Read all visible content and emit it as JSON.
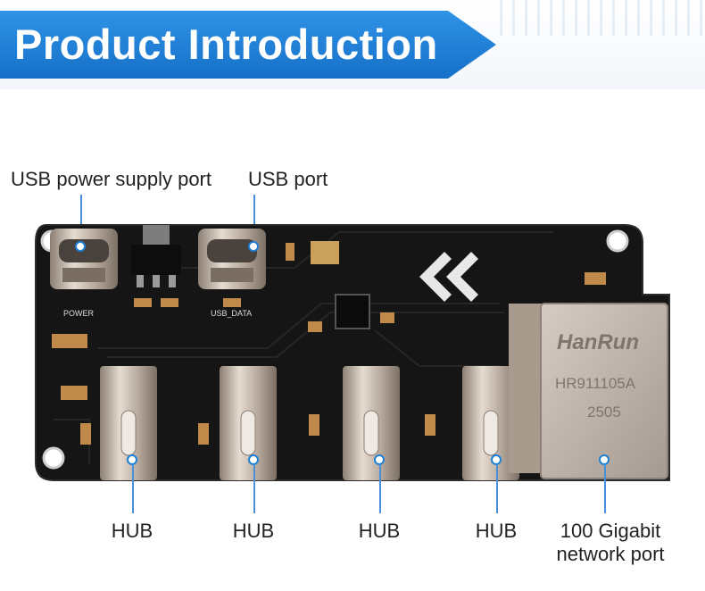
{
  "header": {
    "title": "Product Introduction",
    "color": "#1e7fd8"
  },
  "labels": {
    "usb_power": "USB power supply port",
    "usb_port": "USB port",
    "hub_1": "HUB",
    "hub_2": "HUB",
    "hub_3": "HUB",
    "hub_4": "HUB",
    "network_line1": "100 Gigabit",
    "network_line2": "network port"
  },
  "silkscreen": {
    "power": "POWER",
    "usb_data": "USB_DATA"
  },
  "rj45": {
    "brand": "HanRun",
    "model": "HR911105A",
    "code": "2505"
  },
  "colors": {
    "pcb": "#161616",
    "leader_line": "#4a90d9",
    "metal": "#b8a99c"
  }
}
